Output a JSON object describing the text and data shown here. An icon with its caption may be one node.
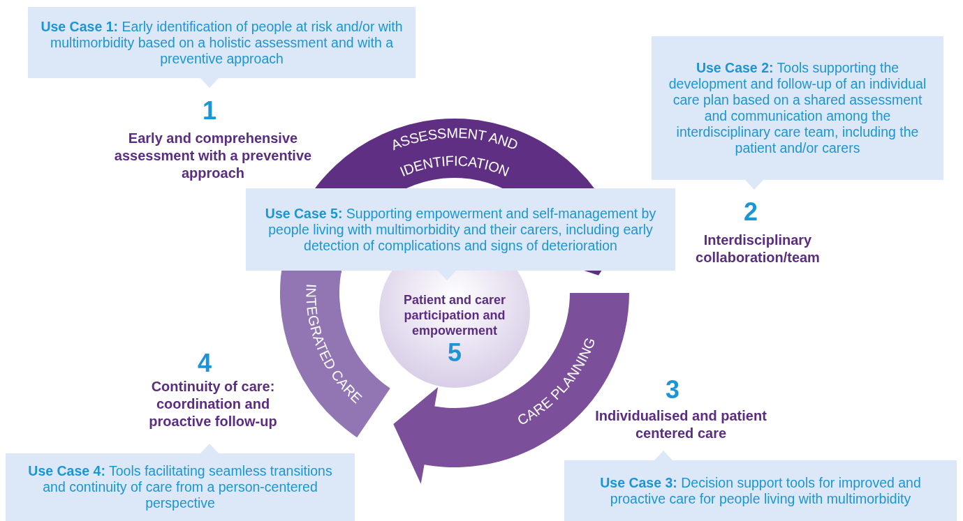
{
  "diagram": {
    "nodes": [
      {
        "text": [
          "**Use Case 1:** Early identification of people at risk and/or with multimorbidity based on a holistic assessment and with a preventive approach"
        ]
      },
      {
        "text": [
          "**Use Case 2:** Tools supporting the development and follow-up of an individual care plan based on a shared assessment and communication among the interdisciplinary care team, including the patient and/or carers"
        ]
      },
      {
        "text": [
          "ASSESSMENT AND IDENTIFICATION"
        ]
      },
      {
        "text": [
          "**Use Case 5:** Supporting empowerment and self-management by people living with multimorbidity and their carers, including early detection of complications and signs of deterioration"
        ]
      },
      {
        "text": [
          "Patient and carer participation and empowerment",
          "5"
        ]
      },
      {
        "text": [
          "INTEGRATED CARE"
        ]
      },
      {
        "text": [
          "CARE PLANNING"
        ]
      },
      {
        "text": [
          "**Use Case 4:** Tools facilitating seamless transitions and continuity of care from a person-centered perspective"
        ]
      },
      {
        "text": [
          "**Use Case 3:** Decision support tools for improved and proactive care for people living with multimorbidity"
        ]
      }
    ],
    "labels": [
      "1",
      "Early and comprehensive assessment with a preventive approach",
      "2",
      "Interdisciplinary collaboration/team",
      "4",
      "3",
      "Continuity of care: coordination and proactive follow-up",
      "Individualised and patient centered care"
    ]
  }
}
